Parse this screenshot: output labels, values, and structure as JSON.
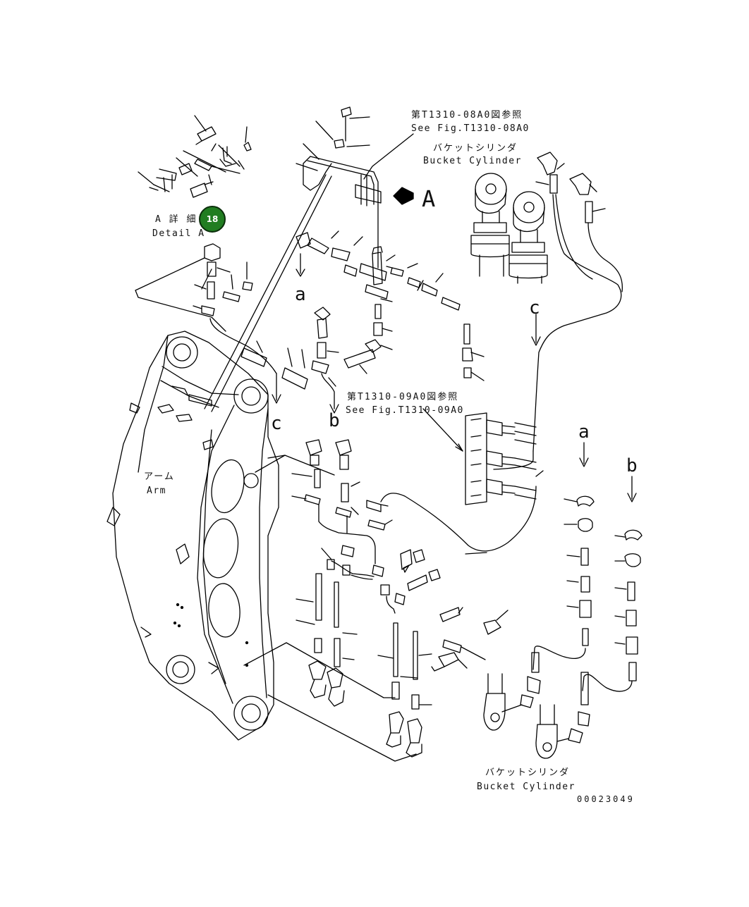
{
  "detail_a": {
    "jp": "A 詳 細",
    "en": "Detail A"
  },
  "badge": {
    "number": "18",
    "color": "#217d21"
  },
  "ref_fig_08": {
    "jp": "第T1310-08A0図参照",
    "en": "See Fig.T1310-08A0"
  },
  "ref_fig_09": {
    "jp": "第T1310-09A0図参照",
    "en": "See Fig.T1310-09A0"
  },
  "bucket_cylinder_top": {
    "jp": "バケットシリンダ",
    "en": "Bucket Cylinder"
  },
  "bucket_cylinder_bottom": {
    "jp": "バケットシリンダ",
    "en": "Bucket Cylinder"
  },
  "arm": {
    "jp": "アーム",
    "en": "Arm"
  },
  "view_arrow_label": "A",
  "routes": {
    "a_top": "a",
    "b_mid": "b",
    "c_mid": "c",
    "c_right": "c",
    "a_right": "a",
    "b_right": "b"
  },
  "drawing_number": "00023049",
  "line_color": "#000000"
}
